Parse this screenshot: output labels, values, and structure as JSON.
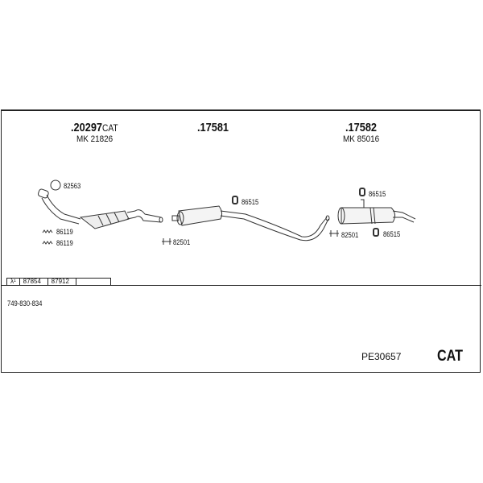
{
  "parts": [
    {
      "number": ".20297",
      "suffix": "CAT",
      "mk": "MK 21826"
    },
    {
      "number": ".17581"
    },
    {
      "number": ".17582",
      "mk": "MK 85016"
    }
  ],
  "labels": {
    "ring": "82563",
    "spring1": "86119",
    "spring2": "86119",
    "clamp1": "82501",
    "hanger1": "86515",
    "hanger2": "86515",
    "clamp2": "82501",
    "hanger3": "86515"
  },
  "ref_table": {
    "symbol": "λ¹",
    "cells": [
      "87854",
      "87912",
      ""
    ]
  },
  "footer": {
    "code": "749-830-834",
    "set_id": "PE30657",
    "type": "CAT"
  }
}
